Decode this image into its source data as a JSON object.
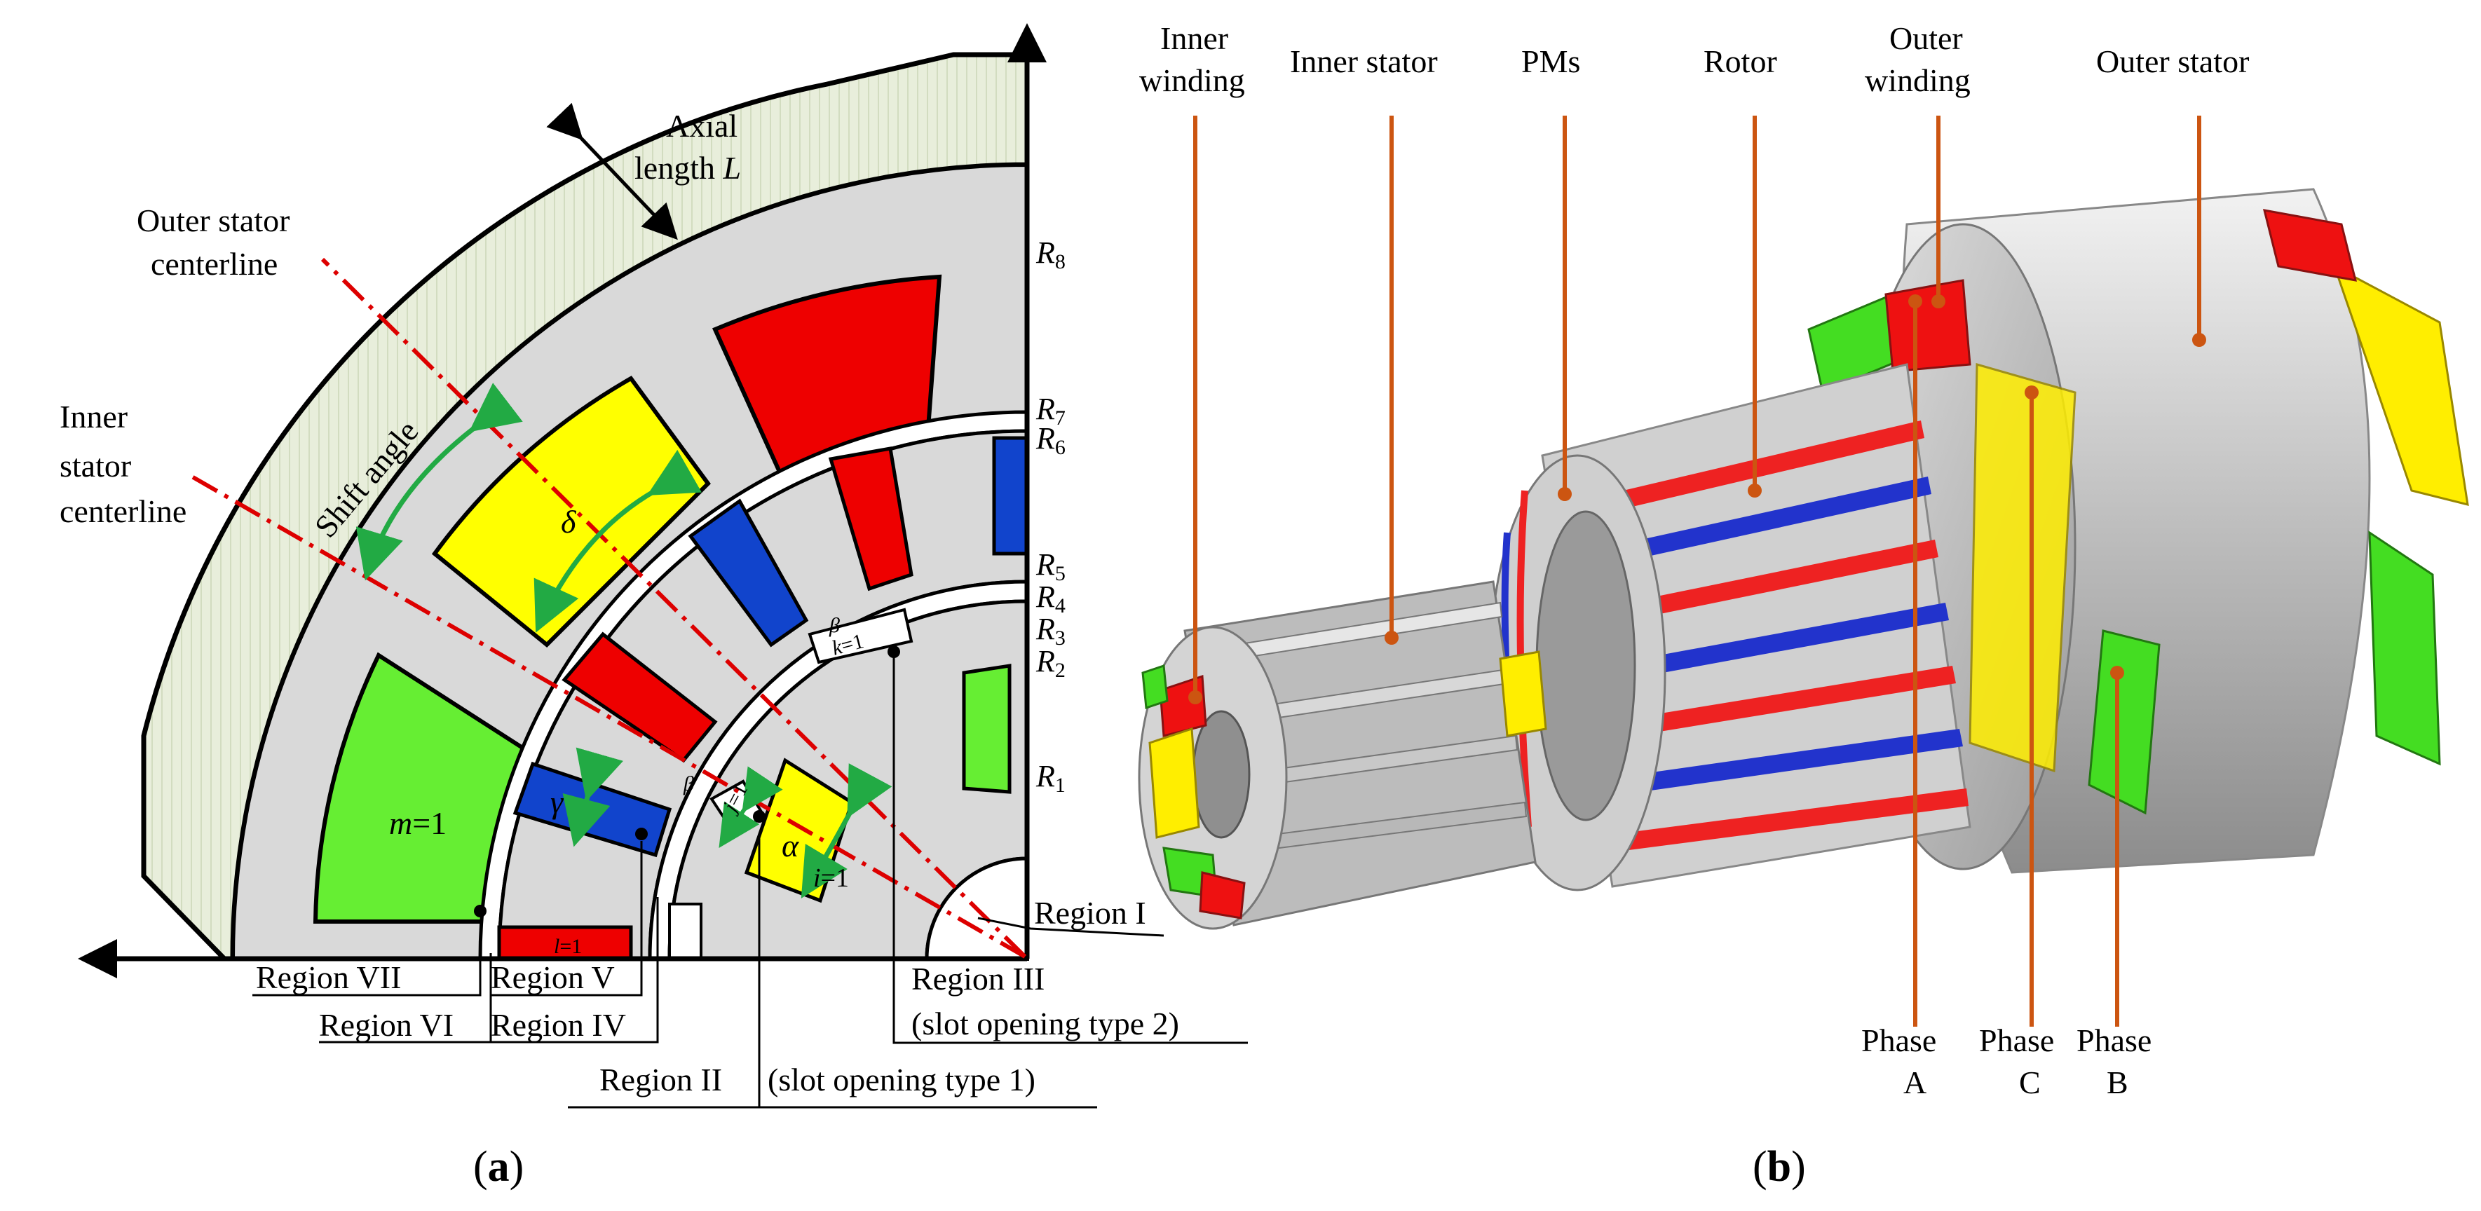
{
  "panel_a": {
    "caption_letter": "a",
    "axial_length_line1": "Axial",
    "axial_length_line2": "length",
    "axial_length_symbol": "L",
    "outer_stator_centerline_line1": "Outer stator",
    "outer_stator_centerline_line2": "centerline",
    "inner_stator_centerline_line1": "Inner",
    "inner_stator_centerline_line2": "stator",
    "inner_stator_centerline_line3": "centerline",
    "shift_angle": "Shift angle",
    "symbols": {
      "delta": "δ",
      "gamma": "γ",
      "alpha": "α",
      "beta": "β"
    },
    "index_labels": {
      "m": "m",
      "m_val": "=1",
      "i": "i",
      "i_val": "=1",
      "j": "j",
      "j_val": "=1",
      "k": "k",
      "k_val": "=1",
      "l": "l",
      "l_val": "=1"
    },
    "radii": [
      {
        "sym": "R",
        "sub": "8"
      },
      {
        "sym": "R",
        "sub": "7"
      },
      {
        "sym": "R",
        "sub": "6"
      },
      {
        "sym": "R",
        "sub": "5"
      },
      {
        "sym": "R",
        "sub": "4"
      },
      {
        "sym": "R",
        "sub": "3"
      },
      {
        "sym": "R",
        "sub": "2"
      },
      {
        "sym": "R",
        "sub": "1"
      }
    ],
    "regions": {
      "r1": "Region I",
      "r2": "Region II",
      "r2_note": "(slot opening type 1)",
      "r3": "Region III",
      "r3_note": "(slot opening type 2)",
      "r4": "Region IV",
      "r5": "Region V",
      "r6": "Region VI",
      "r7": "Region VII"
    }
  },
  "panel_b": {
    "caption_letter": "b",
    "inner_winding_line1": "Inner",
    "inner_winding_line2": "winding",
    "inner_stator": "Inner stator",
    "pms": "PMs",
    "rotor": "Rotor",
    "outer_winding_line1": "Outer",
    "outer_winding_line2": "winding",
    "outer_stator": "Outer stator",
    "phase_a_line1": "Phase",
    "phase_a_line2": "A",
    "phase_c_line1": "Phase",
    "phase_c_line2": "C",
    "phase_b_line1": "Phase",
    "phase_b_line2": "B"
  },
  "colors": {
    "red": "#ee0000",
    "yellow": "#ffff00",
    "green": "#66ee33",
    "blue": "#1144cc",
    "gray": "#d9d9d9",
    "axial_bg": "#e6ecd8",
    "leader_orange": "#cc5511",
    "arrow_green": "#22aa44",
    "centerline_red": "#dd0000"
  }
}
